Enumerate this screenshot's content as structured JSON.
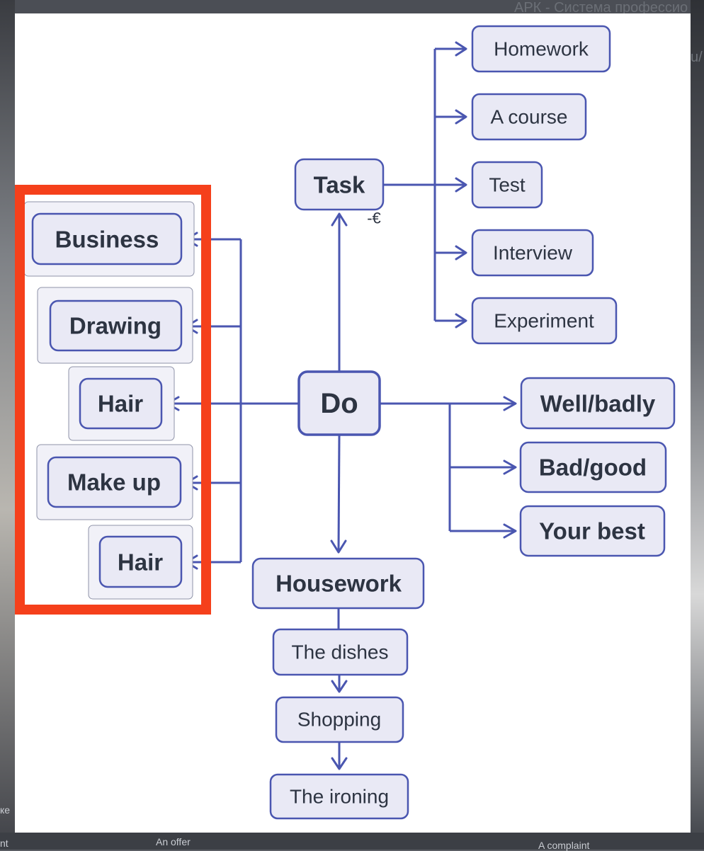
{
  "background": {
    "top_right_text": "АРК - Система профессио",
    "right_text": "u/",
    "bottom_left_snippet": "An offer",
    "bottom_right_snippet": "A complaint",
    "left_edge_snippet_1": "ке",
    "left_edge_snippet_2": "nt"
  },
  "diagram": {
    "center": "Do",
    "task": {
      "label": "Task",
      "symbol": "-€",
      "children": [
        "Homework",
        "A course",
        "Test",
        "Interview",
        "Experiment"
      ]
    },
    "left_branch": [
      "Business",
      "Drawing",
      "Hair",
      "Make up",
      "Hair"
    ],
    "right_branch": [
      "Well/badly",
      "Bad/good",
      "Your best"
    ],
    "housework": {
      "label": "Housework",
      "children": [
        "The dishes",
        "Shopping",
        "The ironing"
      ]
    },
    "colors": {
      "node_fill": "#e9e9f5",
      "node_stroke": "#4a56b0",
      "highlight_box": "#f5401b",
      "text": "#2d3442"
    }
  }
}
